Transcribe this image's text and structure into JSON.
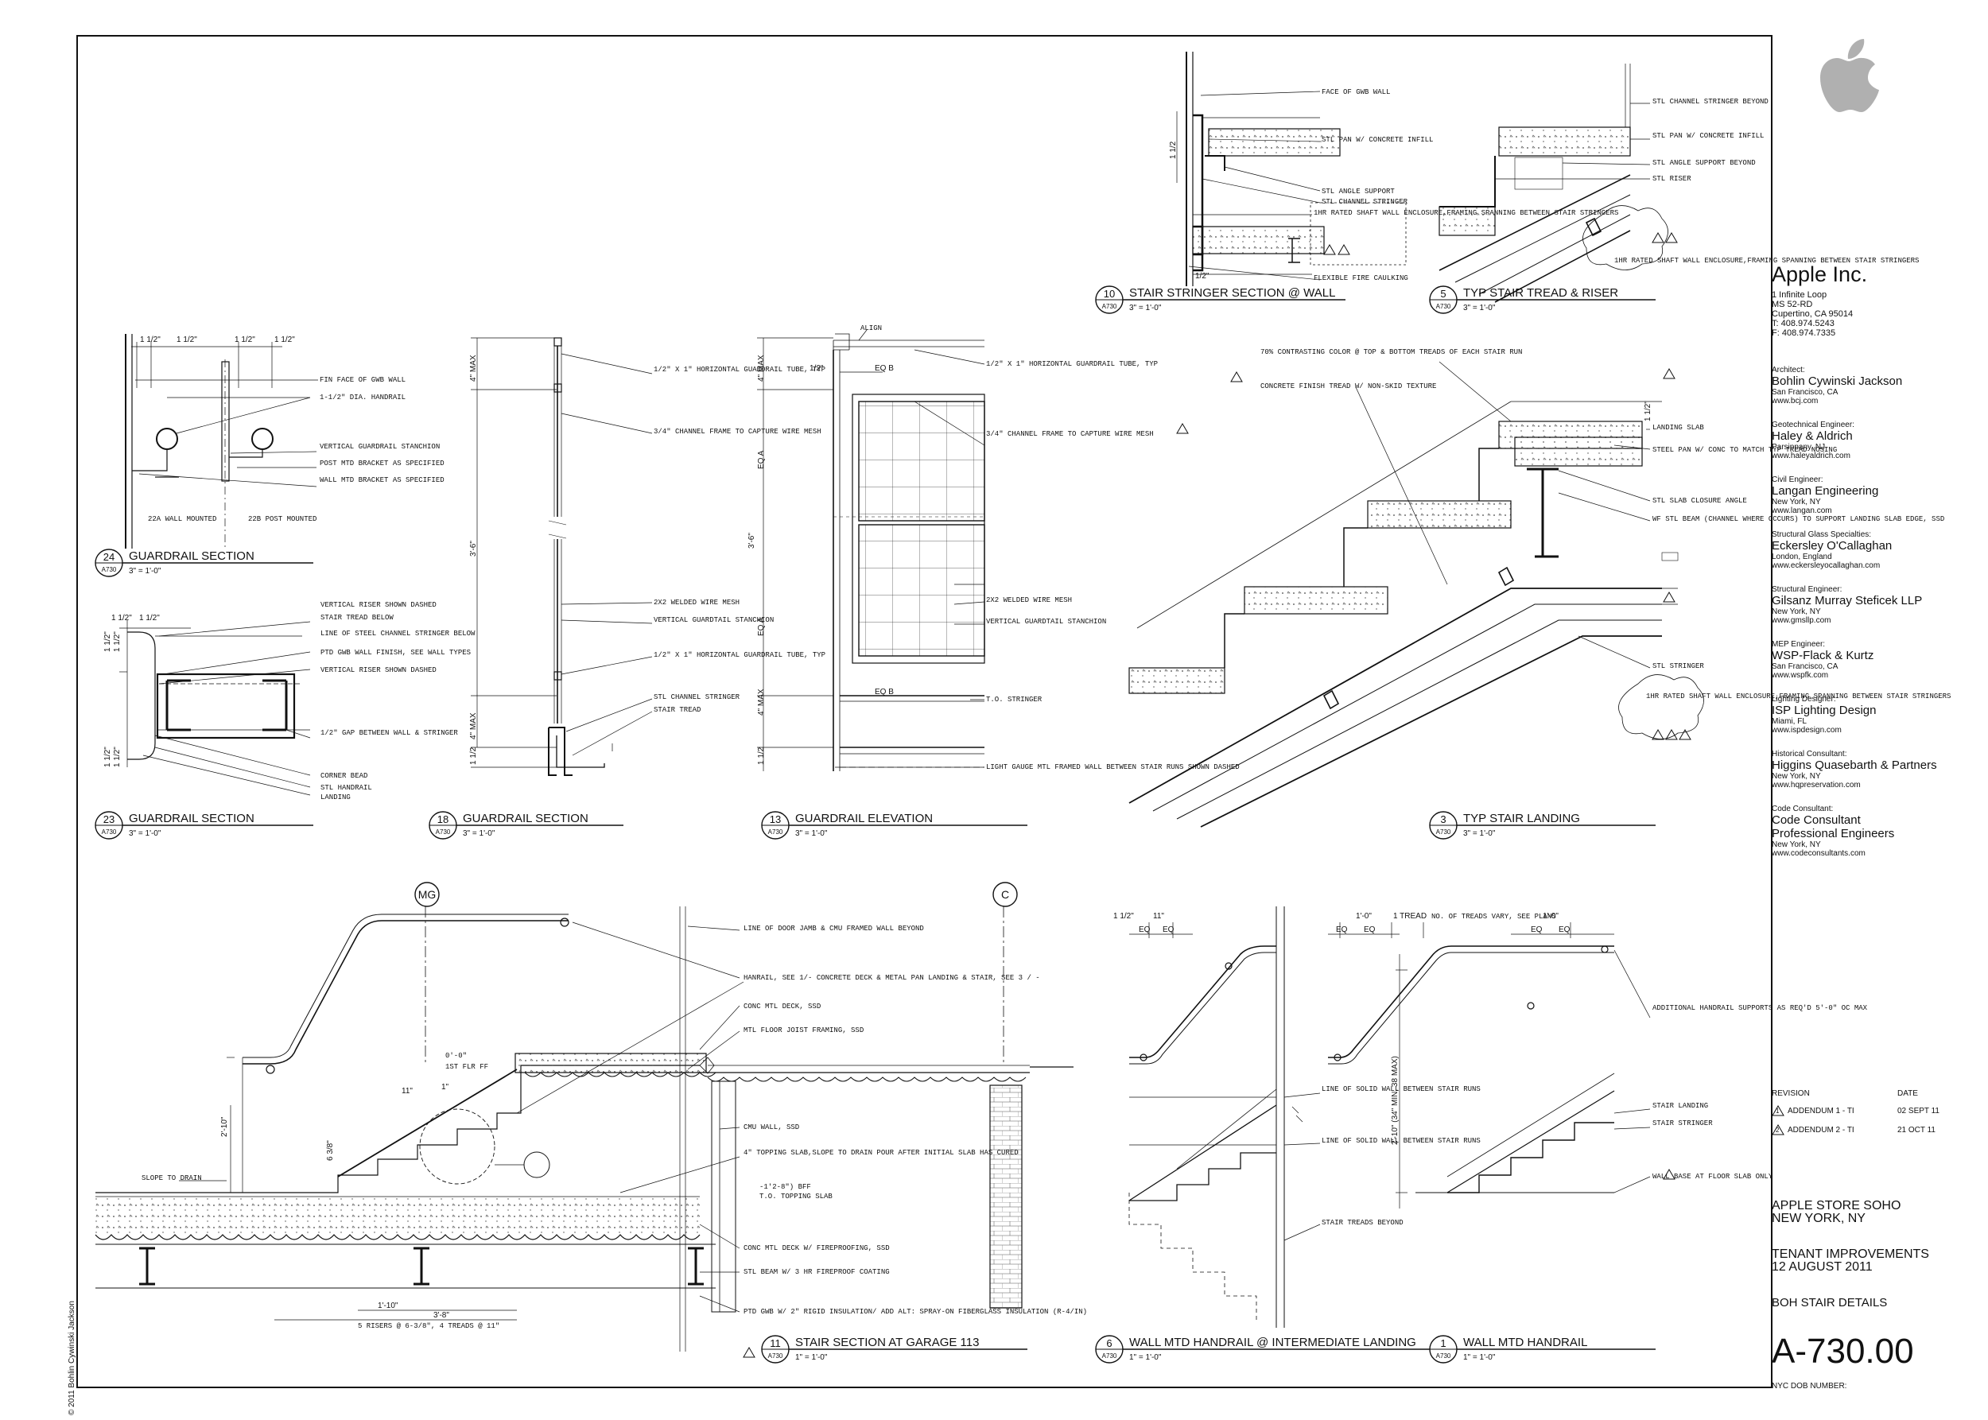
{
  "credit": "© 2011 Bohlin Cywinski Jackson",
  "title_block": {
    "company": "Apple Inc.",
    "address": [
      "1 Infinite Loop",
      "MS 52-RD",
      "Cupertino, CA 95014",
      "T: 408.974.5243",
      "F: 408.974.7335"
    ],
    "consultants": [
      {
        "role": "Architect:",
        "firm": "Bohlin Cywinski Jackson",
        "lines": [
          "San Francisco, CA",
          "www.bcj.com"
        ]
      },
      {
        "role": "Geotechnical Engineer:",
        "firm": "Haley & Aldrich",
        "lines": [
          "Parsippany, NJ",
          "www.haleyaldrich.com"
        ]
      },
      {
        "role": "Civil Engineer:",
        "firm": "Langan Engineering",
        "lines": [
          "New York, NY",
          "www.langan.com"
        ]
      },
      {
        "role": "Structural Glass Specialties:",
        "firm": "Eckersley O'Callaghan",
        "lines": [
          "London, England",
          "www.eckersleyocallaghan.com"
        ]
      },
      {
        "role": "Structural Engineer:",
        "firm": "Gilsanz Murray Steficek LLP",
        "lines": [
          "New York, NY",
          "www.gmsllp.com"
        ]
      },
      {
        "role": "MEP Engineer:",
        "firm": "WSP-Flack & Kurtz",
        "lines": [
          "San Francisco, CA",
          "www.wspfk.com"
        ]
      },
      {
        "role": "Lighting Designer:",
        "firm": "ISP Lighting Design",
        "lines": [
          "Miami, FL",
          "www.ispdesign.com"
        ]
      },
      {
        "role": "Historical Consultant:",
        "firm": "Higgins Quasebarth & Partners",
        "lines": [
          "New York, NY",
          "www.hqpreservation.com"
        ]
      },
      {
        "role": "Code Consultant:",
        "firm": "Code Consultant Professional Engineers",
        "lines": [
          "New York, NY",
          "www.codeconsultants.com"
        ]
      }
    ],
    "revision_header": "REVISION",
    "date_header": "DATE",
    "revisions": [
      {
        "mark": "1",
        "label": "ADDENDUM 1 - TI",
        "date": "02 SEPT 11"
      },
      {
        "mark": "2",
        "label": "ADDENDUM 2 - TI",
        "date": "21 OCT 11"
      }
    ],
    "project_name": "APPLE STORE SOHO",
    "project_city": "NEW YORK, NY",
    "phase": "TENANT IMPROVEMENTS",
    "issue_date": "12 AUGUST 2011",
    "sheet_title": "BOH STAIR DETAILS",
    "sheet_number": "A-730.00",
    "dob_label": "NYC DOB NUMBER:"
  },
  "details": [
    {
      "num": "24",
      "ref": "A730",
      "title": "GUARDRAIL SECTION",
      "scale": "3\" = 1'-0\""
    },
    {
      "num": "23",
      "ref": "A730",
      "title": "GUARDRAIL SECTION",
      "scale": "3\" = 1'-0\""
    },
    {
      "num": "18",
      "ref": "A730",
      "title": "GUARDRAIL SECTION",
      "scale": "3\" = 1'-0\""
    },
    {
      "num": "13",
      "ref": "A730",
      "title": "GUARDRAIL ELEVATION",
      "scale": "3\" = 1'-0\""
    },
    {
      "num": "10",
      "ref": "A730",
      "title": "STAIR STRINGER SECTION @ WALL",
      "scale": "3\" = 1'-0\""
    },
    {
      "num": "5",
      "ref": "A730",
      "title": "TYP STAIR TREAD & RISER",
      "scale": "3\" = 1'-0\""
    },
    {
      "num": "3",
      "ref": "A730",
      "title": "TYP STAIR LANDING",
      "scale": "3\" = 1'-0\""
    },
    {
      "num": "11",
      "ref": "A730",
      "title": "STAIR SECTION AT GARAGE 113",
      "scale": "1\" = 1'-0\""
    },
    {
      "num": "6",
      "ref": "A730",
      "title": "WALL MTD HANDRAIL @ INTERMEDIATE LANDING",
      "scale": "1\" = 1'-0\""
    },
    {
      "num": "1",
      "ref": "A730",
      "title": "WALL MTD HANDRAIL",
      "scale": "1\" = 1'-0\""
    }
  ],
  "grid_bubbles": [
    "MG",
    "C"
  ],
  "notes": {
    "d24": [
      "FIN FACE OF GWB WALL",
      "1-1/2\" DIA. HANDRAIL",
      "VERTICAL GUARDRAIL STANCHION",
      "POST MTD BRACKET AS SPECIFIED",
      "WALL MTD BRACKET AS SPECIFIED",
      "22A WALL MOUNTED",
      "22B POST MOUNTED"
    ],
    "d23": [
      "VERTICAL RISER SHOWN DASHED",
      "STAIR TREAD BELOW",
      "LINE OF STEEL CHANNEL STRINGER BELOW",
      "PTD GWB WALL FINISH, SEE WALL TYPES",
      "VERTICAL RISER SHOWN DASHED",
      "1/2\" GAP BETWEEN WALL & STRINGER",
      "CORNER BEAD",
      "STL HANDRAIL",
      "LANDING"
    ],
    "d18": [
      "1/2\" X 1\" HORIZONTAL GUARDRAIL TUBE, TYP",
      "3/4\" CHANNEL FRAME TO CAPTURE WIRE MESH",
      "2X2 WELDED WIRE MESH",
      "VERTICAL GUARDTAIL STANCHION",
      "1/2\" X 1\" HORIZONTAL GUARDRAIL TUBE, TYP",
      "STL CHANNEL STRINGER",
      "STAIR TREAD"
    ],
    "d13": [
      "ALIGN",
      "1/2\" X 1\" HORIZONTAL GUARDRAIL TUBE, TYP",
      "3/4\" CHANNEL FRAME TO CAPTURE WIRE MESH",
      "2X2 WELDED WIRE MESH",
      "VERTICAL GUARDTAIL STANCHION",
      "T.O. STRINGER",
      "LIGHT GAUGE MTL FRAMED WALL BETWEEN STAIR RUNS SHOWN DASHED"
    ],
    "d10": [
      "FACE OF GWB WALL",
      "STL PAN W/ CONCRETE INFILL",
      "STL ANGLE SUPPORT",
      "STL CHANNEL STRINGER",
      "1HR RATED SHAFT WALL ENCLOSURE,FRAMING SPANNING BETWEEN STAIR STRINGERS",
      "FLEXIBLE FIRE CAULKING"
    ],
    "d5": [
      "STL CHANNEL STRINGER BEYOND",
      "STL PAN W/ CONCRETE INFILL",
      "STL ANGLE SUPPORT BEYOND",
      "STL RISER",
      "1HR RATED SHAFT WALL ENCLOSURE,FRAMING SPANNING BETWEEN STAIR STRINGERS"
    ],
    "d3": [
      "70% CONTRASTING COLOR @ TOP & BOTTOM TREADS OF EACH STAIR RUN",
      "CONCRETE FINISH TREAD W/ NON-SKID TEXTURE",
      "LANDING SLAB",
      "STEEL PAN W/ CONC TO MATCH TYP TREAD NOSING",
      "STL SLAB CLOSURE ANGLE",
      "WF STL BEAM (CHANNEL WHERE OCCURS) TO SUPPORT LANDING SLAB EDGE, SSD",
      "STL STRINGER",
      "1HR RATED SHAFT WALL ENCLOSURE,FRAMING SPANNING BETWEEN STAIR STRINGERS"
    ],
    "d11": [
      "LINE OF DOOR JAMB & CMU FRAMED WALL BEYOND",
      "HANRAIL, SEE 1/- CONCRETE DECK & METAL PAN LANDING & STAIR, SEE 3 / -",
      "CONC MTL DECK, SSD",
      "MTL FLOOR JOIST FRAMING, SSD",
      "CMU WALL, SSD",
      "4\" TOPPING SLAB,SLOPE TO DRAIN POUR AFTER INITIAL SLAB HAS CURED",
      "-1'2-8\") BFF",
      "T.O. TOPPING SLAB",
      "CONC MTL DECK W/ FIREPROOFING, SSD",
      "STL BEAM W/ 3 HR FIREPROOF COATING",
      "PTD GWB W/ 2\" RIGID INSULATION/ ADD ALT: SPRAY-ON FIBERGLASS INSULATION (R-4/IN)",
      "SLOPE TO DRAIN",
      "0'-0\"",
      "1ST FLR FF",
      "5 RISERS @ 6-3/8\", 4 TREADS @ 11\""
    ],
    "d6": [
      "LINE OF SOLID WALL BETWEEN STAIR RUNS",
      "LINE OF SOLID WALL BETWEEN STAIR RUNS",
      "STAIR TREADS BEYOND"
    ],
    "d1": [
      "NO. OF TREADS VARY, SEE PLANS",
      "ADDITIONAL HANDRAIL SUPPORTS AS REQ'D 5'-0\" OC MAX",
      "STAIR LANDING",
      "STAIR STRINGER",
      "WALL BASE AT FLOOR SLAB ONLY"
    ]
  },
  "dims": {
    "d24": [
      "1 1/2\"",
      "1 1/2\"",
      "1 1/2\"",
      "1 1/2\""
    ],
    "d23": [
      "1 1/2\"",
      "1 1/2\"",
      "1 1/2\"",
      "1 1/2\"",
      "1 1/2\"",
      "1 1/2\""
    ],
    "d18": [
      "4\" MAX",
      "3'-6\"",
      "4\" MAX",
      "1 1/2"
    ],
    "d13": [
      "4\" MAX",
      "EQ A",
      "3'-6\"",
      "EQ A",
      "4\" MAX",
      "1 1/2",
      "1/2\"",
      "EQ B",
      "EQ B"
    ],
    "d10": [
      "1 1/2",
      "1/2\""
    ],
    "d3": [
      "1 1/2\""
    ],
    "d11": [
      "2'-10\"",
      "11\"",
      "1\"",
      "6 3/8\"",
      "1'-10\"",
      "3'-8\""
    ],
    "d6": [
      "1 1/2\"",
      "11\"",
      "EQ",
      "EQ"
    ],
    "d1": [
      "1'-0\"",
      "1 TREAD",
      "1'-0\"",
      "EQ",
      "EQ",
      "EQ",
      "EQ",
      "2'-10\" (34\" MIN, 38 MAX)"
    ]
  }
}
